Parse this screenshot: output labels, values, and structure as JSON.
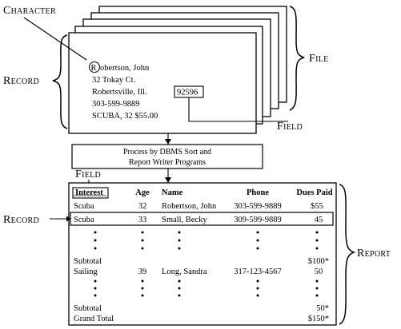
{
  "labels": {
    "character": "Character",
    "file": "File",
    "record_top": "Record",
    "field_top": "Field",
    "field_report": "Field",
    "record_report": "Record",
    "report": "Report"
  },
  "record_card": {
    "character_circled": "R",
    "line1_rest": "obertson, John",
    "line2": "32 Tokay Ct.",
    "line3_prefix": "Robertsville, Ill.",
    "line3_zip": "92596",
    "line4": "303-599-9889",
    "line5": "SCUBA, 32  $55.00"
  },
  "process": {
    "line1": "Process by DBMS Sort and",
    "line2": "Report Writer Programs"
  },
  "report": {
    "headers": [
      "Interest",
      "Age",
      "Name",
      "Phone",
      "Dues Paid"
    ],
    "rows": [
      [
        "Scuba",
        "32",
        "Robertson, John",
        "303-599-9889",
        "$55"
      ],
      [
        "Scuba",
        "33",
        "Small, Becky",
        "309-599-9889",
        "45"
      ],
      [
        "Subtotal",
        "",
        "",
        "",
        "$100*"
      ],
      [
        "Sailing",
        "39",
        "Long, Sandra",
        "317-123-4567",
        "50"
      ],
      [
        "Subtotal",
        "",
        "",
        "",
        "50*"
      ],
      [
        "Grand Total",
        "",
        "",
        "",
        "$150*"
      ]
    ]
  }
}
